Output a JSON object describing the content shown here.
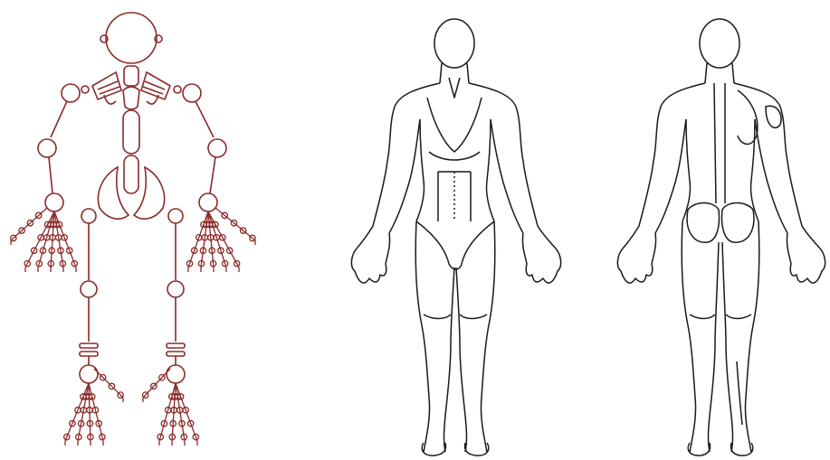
{
  "colors": {
    "skeleton_stroke": "#8b2a2a",
    "outline_stroke": "#1a1a1a",
    "background": "#ffffff"
  },
  "figures": [
    {
      "id": "joint-skeleton-diagram"
    },
    {
      "id": "body-outline-front"
    },
    {
      "id": "body-outline-back"
    }
  ]
}
